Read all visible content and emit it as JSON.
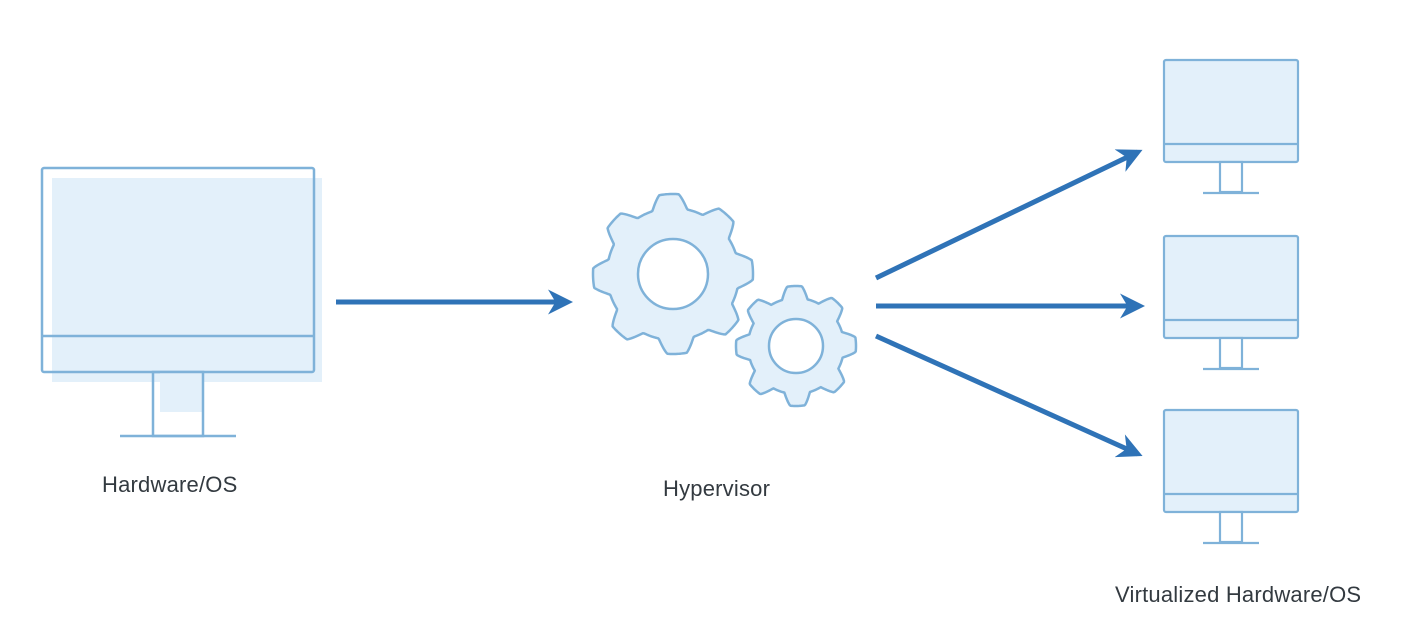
{
  "labels": {
    "hardware": "Hardware/OS",
    "hypervisor": "Hypervisor",
    "virtualized": "Virtualized Hardware/OS"
  },
  "colors": {
    "outline": "#7fb2d9",
    "screen_fill": "#e3f0fa",
    "arrow": "#2f73b7",
    "text": "#333a40"
  },
  "icons": {
    "source": "desktop-monitor-icon",
    "process": "gears-icon",
    "targets": [
      "desktop-monitor-icon",
      "desktop-monitor-icon",
      "desktop-monitor-icon"
    ]
  }
}
